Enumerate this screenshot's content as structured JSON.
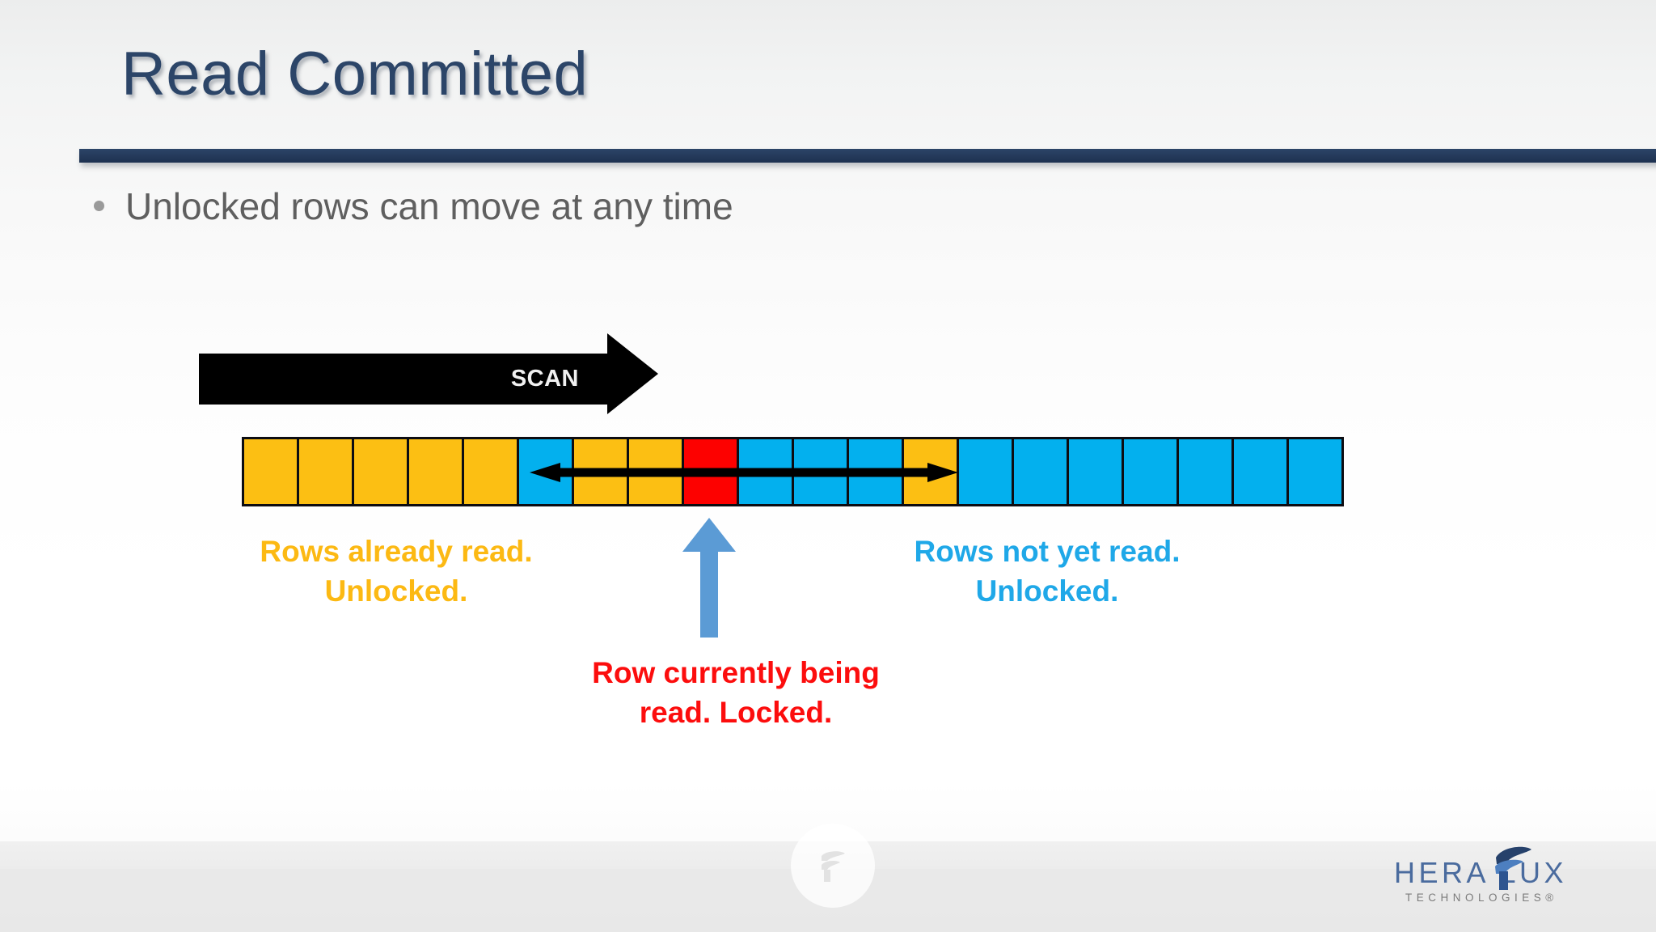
{
  "slide": {
    "title": "Read Committed",
    "bullets": [
      {
        "text": "Unlocked rows can move at any time"
      }
    ]
  },
  "diagram": {
    "scan_arrow": {
      "label": "SCAN",
      "direction": "right",
      "color": "#000000"
    },
    "row_strip": {
      "cell_count": 20,
      "colors": {
        "read_unlocked": "#fcbf13",
        "not_read_unlocked": "#03b0ee",
        "locked": "#fd0100",
        "border": "#0d0d12"
      },
      "cells": [
        {
          "state": "amber"
        },
        {
          "state": "amber"
        },
        {
          "state": "amber"
        },
        {
          "state": "amber"
        },
        {
          "state": "amber"
        },
        {
          "state": "blue"
        },
        {
          "state": "amber"
        },
        {
          "state": "amber"
        },
        {
          "state": "red"
        },
        {
          "state": "blue"
        },
        {
          "state": "blue"
        },
        {
          "state": "blue"
        },
        {
          "state": "amber"
        },
        {
          "state": "blue"
        },
        {
          "state": "blue"
        },
        {
          "state": "blue"
        },
        {
          "state": "blue"
        },
        {
          "state": "blue"
        },
        {
          "state": "blue"
        },
        {
          "state": "blue"
        }
      ]
    },
    "move_arrow": {
      "direction": "bidirectional",
      "color": "#000000"
    },
    "pointer_arrow": {
      "direction": "up",
      "color": "#5b9bd5"
    },
    "labels": {
      "left": "Rows already read.\nUnlocked.",
      "right": "Rows not yet read.\nUnlocked.",
      "center": "Row currently being\nread. Locked."
    }
  },
  "footer": {
    "watermark_icon": "heraflux-f-mark",
    "logo": {
      "wordmark": "HERA LUX",
      "tagline": "TECHNOLOGIES®"
    }
  }
}
